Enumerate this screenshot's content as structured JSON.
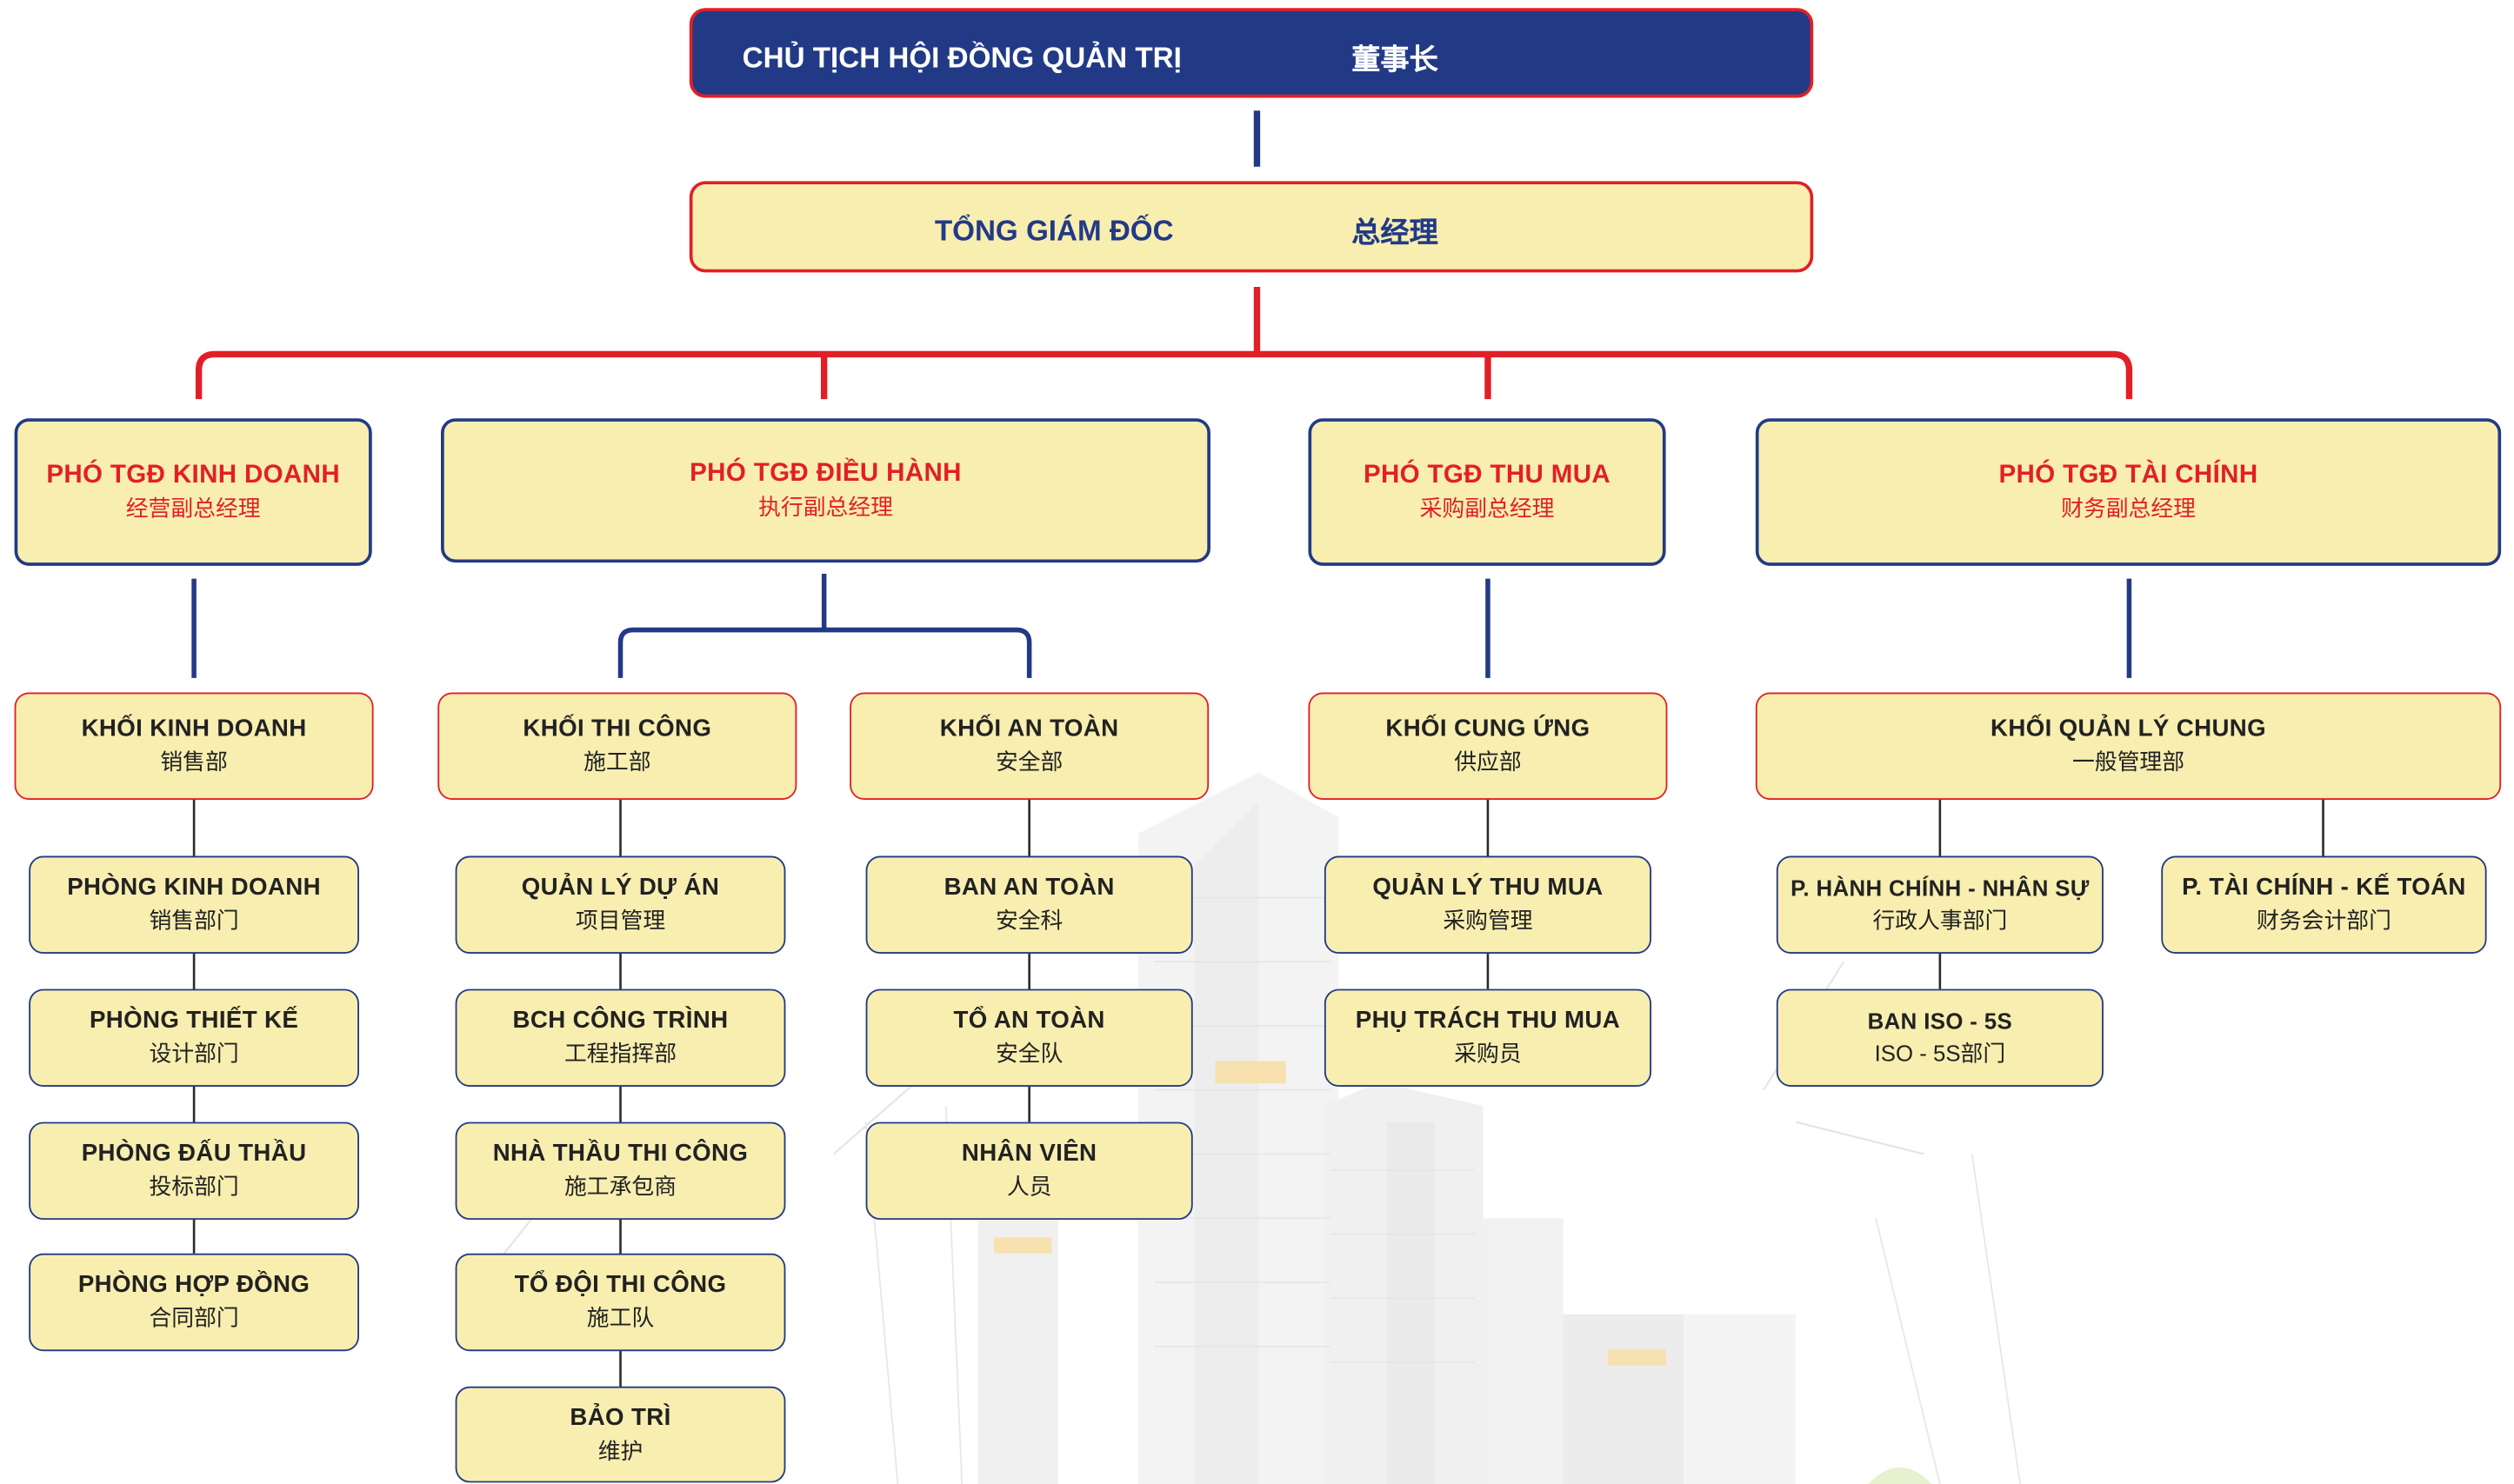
{
  "chairman": {
    "vn": "CHỦ TỊCH HỘI ĐỒNG QUẢN TRỊ",
    "cn": "董事长"
  },
  "ceo": {
    "vn": "TỔNG GIÁM ĐỐC",
    "cn": "总经理"
  },
  "deputies": {
    "business": {
      "vn": "PHÓ TGĐ KINH DOANH",
      "cn": "经营副总经理"
    },
    "operations": {
      "vn": "PHÓ TGĐ ĐIỀU HÀNH",
      "cn": "执行副总经理"
    },
    "procurement": {
      "vn": "PHÓ TGĐ THU MUA",
      "cn": "采购副总经理"
    },
    "finance": {
      "vn": "PHÓ TGĐ TÀI CHÍNH",
      "cn": "财务副总经理"
    }
  },
  "blocks": {
    "sales": {
      "vn": "KHỐI KINH DOANH",
      "cn": "销售部"
    },
    "construction": {
      "vn": "KHỐI THI CÔNG",
      "cn": "施工部"
    },
    "safety": {
      "vn": "KHỐI AN TOÀN",
      "cn": "安全部"
    },
    "supply": {
      "vn": "KHỐI CUNG ỨNG",
      "cn": "供应部"
    },
    "admin": {
      "vn": "KHỐI QUẢN LÝ CHUNG",
      "cn": "一般管理部"
    }
  },
  "units": {
    "sales": [
      {
        "vn": "PHÒNG KINH DOANH",
        "cn": "销售部门"
      },
      {
        "vn": "PHÒNG THIẾT KẾ",
        "cn": "设计部门"
      },
      {
        "vn": "PHÒNG ĐẤU THẦU",
        "cn": "投标部门"
      },
      {
        "vn": "PHÒNG HỢP ĐỒNG",
        "cn": "合同部门"
      }
    ],
    "construction": [
      {
        "vn": "QUẢN LÝ DỰ ÁN",
        "cn": "项目管理"
      },
      {
        "vn": "BCH CÔNG TRÌNH",
        "cn": "工程指挥部"
      },
      {
        "vn": "NHÀ THẦU THI CÔNG",
        "cn": "施工承包商"
      },
      {
        "vn": "TỔ ĐỘI THI CÔNG",
        "cn": "施工队"
      },
      {
        "vn": "BẢO TRÌ",
        "cn": "维护"
      }
    ],
    "safety": [
      {
        "vn": "BAN AN TOÀN",
        "cn": "安全科"
      },
      {
        "vn": "TỔ AN TOÀN",
        "cn": "安全队"
      },
      {
        "vn": "NHÂN VIÊN",
        "cn": "人员"
      }
    ],
    "supply": [
      {
        "vn": "QUẢN LÝ THU MUA",
        "cn": "采购管理"
      },
      {
        "vn": "PHỤ TRÁCH THU MUA",
        "cn": "采购员"
      }
    ],
    "admin": [
      {
        "vn": "P. HÀNH CHÍNH - NHÂN SỰ",
        "cn": "行政人事部门"
      },
      {
        "vn": "BAN ISO - 5S",
        "cn": "ISO - 5S部门"
      },
      {
        "vn": "P. TÀI CHÍNH - KẾ TOÁN",
        "cn": "财务会计部门"
      }
    ]
  },
  "colors": {
    "navy": "#223a86",
    "red": "#e21f26",
    "box_fill": "#f8eeb0"
  }
}
